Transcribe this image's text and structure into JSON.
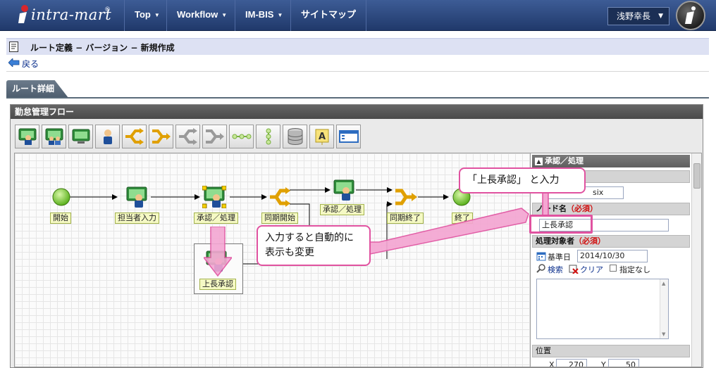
{
  "app": {
    "logo_text": "intra-mart",
    "logo_reg": "®",
    "nav": [
      {
        "label": "Top"
      },
      {
        "label": "Workflow"
      },
      {
        "label": "IM-BIS"
      },
      {
        "label": "サイトマップ"
      }
    ],
    "user_name": "浅野幸長"
  },
  "page": {
    "title": "ルート定義 − バージョン − 新規作成",
    "back_label": "戻る",
    "tab_label": "ルート詳細",
    "panel_title": "勤怠管理フロー"
  },
  "toolbar": {
    "tools": [
      "approve-node-icon",
      "approve-multi-node-icon",
      "process-node-icon",
      "person-node-icon",
      "branch-icon",
      "merge-icon",
      "branch-alt-icon",
      "merge-alt-icon",
      "line-icon",
      "vertical-line-icon",
      "database-icon",
      "text-label-icon",
      "window-icon"
    ]
  },
  "flow": {
    "nodes": [
      {
        "label": "開始"
      },
      {
        "label": "担当者入力"
      },
      {
        "label": "承認／処理"
      },
      {
        "label": "同期開始"
      },
      {
        "label": "承認／処理"
      },
      {
        "label": "同期終了"
      },
      {
        "label": "終了"
      },
      {
        "label": "上長承認"
      }
    ]
  },
  "props": {
    "section_title": "承認／処理",
    "node_id_value": "six",
    "node_name_label": "ノード名",
    "required_mark": "（必須）",
    "node_name_value": "上長承認",
    "target_label": "処理対象者",
    "base_date_label": "基準日",
    "base_date_value": "2014/10/30",
    "search_label": "検索",
    "clear_label": "クリア",
    "none_label": "指定なし",
    "position_label": "位置",
    "x_label": "X",
    "x_value": "270",
    "y_label": "Y",
    "y_value": "50"
  },
  "callouts": {
    "top": "「上長承認」 と入力",
    "middle_line1": "入力すると自動的に",
    "middle_line2": "表示も変更"
  }
}
